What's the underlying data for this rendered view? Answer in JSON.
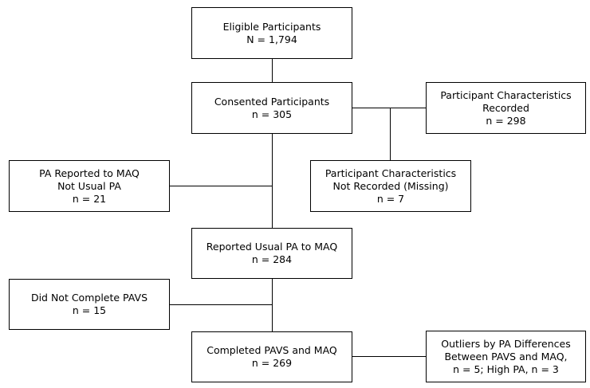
{
  "boxes": {
    "eligible": {
      "line1": "Eligible Participants",
      "line2": "N = 1,794"
    },
    "consented": {
      "line1": "Consented Participants",
      "line2": "n = 305"
    },
    "char_recorded": {
      "line1": "Participant Characteristics",
      "line2": "Recorded",
      "line3": "n = 298"
    },
    "char_not_recorded": {
      "line1": "Participant Characteristics",
      "line2": "Not Recorded (Missing)",
      "line3": "n = 7"
    },
    "pa_not_usual": {
      "line1": "PA Reported to MAQ",
      "line2": "Not Usual PA",
      "line3": "n = 21"
    },
    "usual_pa": {
      "line1": "Reported Usual PA to MAQ",
      "line2": "n = 284"
    },
    "no_pavs": {
      "line1": "Did Not Complete PAVS",
      "line2": "n = 15"
    },
    "completed": {
      "line1": "Completed PAVS and MAQ",
      "line2": "n = 269"
    },
    "outliers": {
      "line1": "Outliers by PA Differences",
      "line2": "Between PAVS and MAQ,",
      "line3": "n = 5; High PA, n = 3"
    }
  }
}
